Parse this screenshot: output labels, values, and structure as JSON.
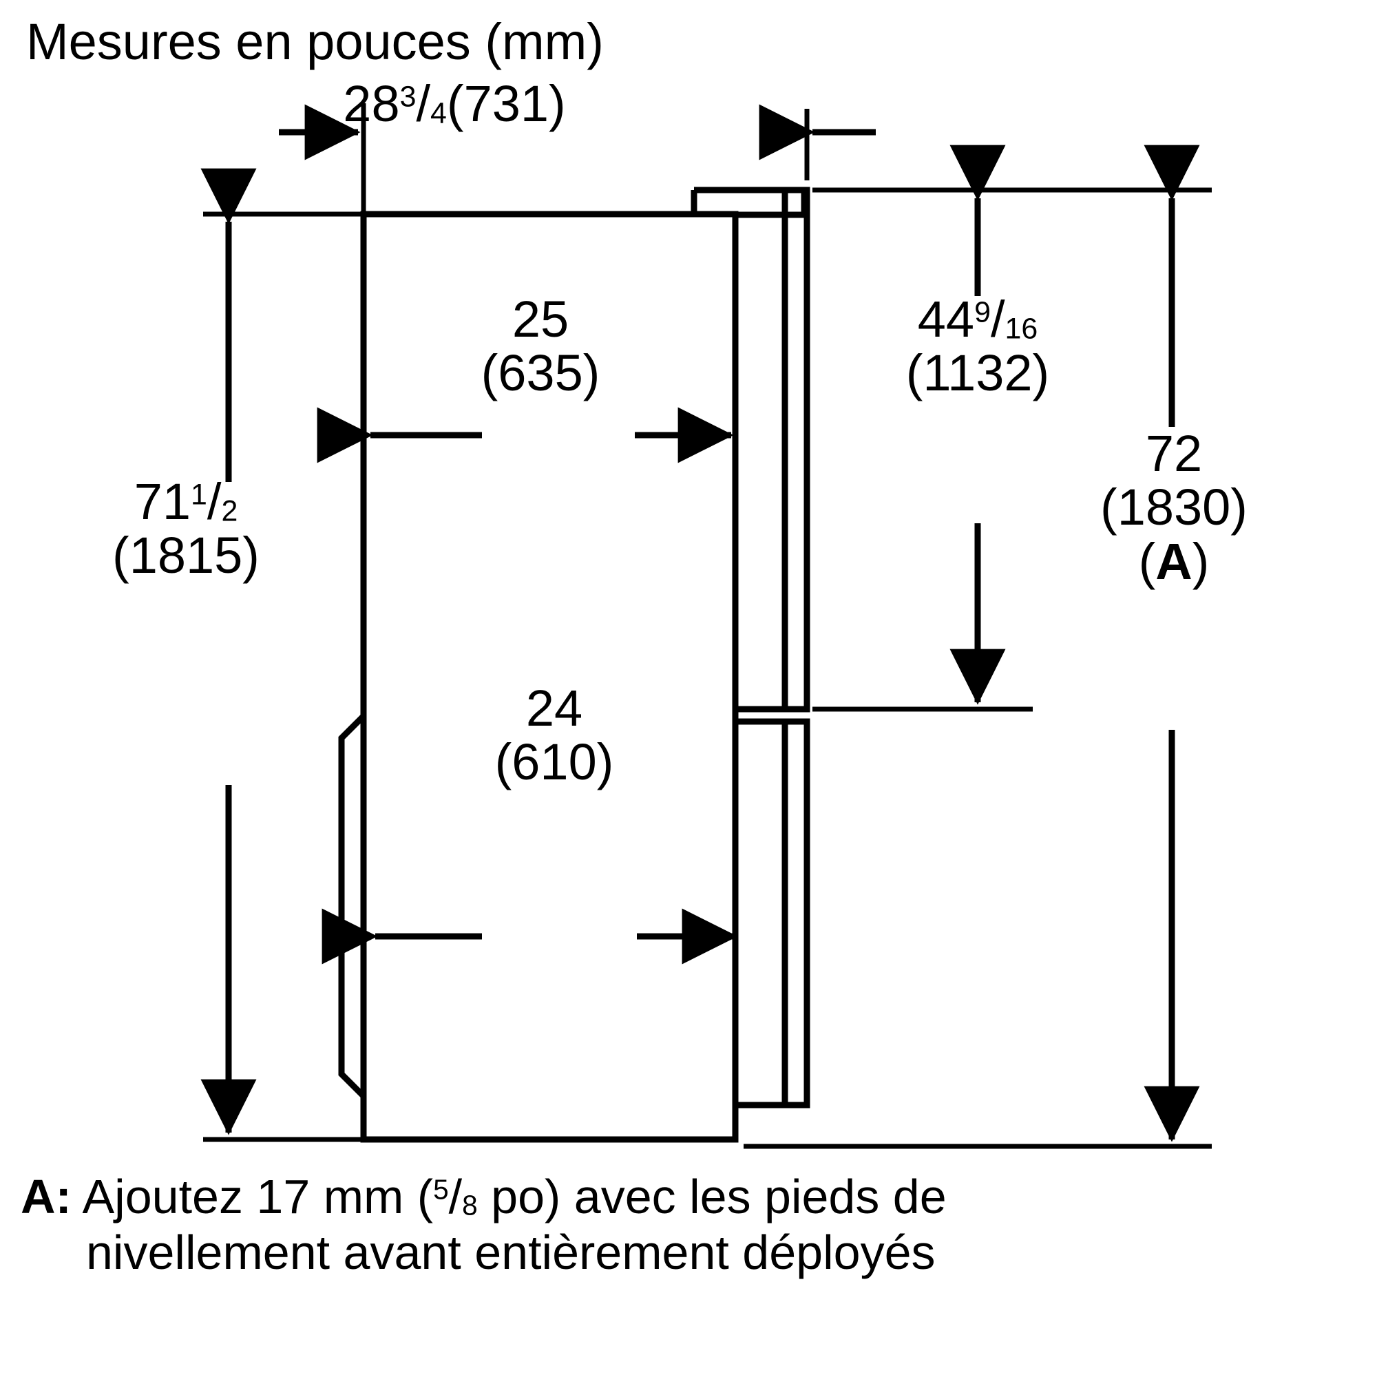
{
  "header": {
    "title": "Mesures en pouces (mm)"
  },
  "dimensions": {
    "width_top": {
      "name": "overall-depth",
      "whole": "28",
      "numerator": "3",
      "denominator": "4",
      "metric": "(731)"
    },
    "inner_25": {
      "name": "cabinet-width-upper",
      "whole": "25",
      "metric": "(635)"
    },
    "inner_24": {
      "name": "cabinet-width-lower",
      "whole": "24",
      "metric": "(610)"
    },
    "height_left": {
      "name": "cabinet-height",
      "whole": "71",
      "numerator": "1",
      "denominator": "2",
      "metric": "(1815)"
    },
    "height_mid": {
      "name": "fridge-door-height",
      "whole": "44",
      "numerator": "9",
      "denominator": "16",
      "metric": "(1132)"
    },
    "height_right": {
      "name": "overall-height",
      "whole": "72",
      "metric": "(1830)",
      "note_ref": "(A)"
    }
  },
  "footnote": {
    "key": "A:",
    "line1_a": " Ajoutez 17 mm (",
    "line1_num": "5",
    "line1_den": "8",
    "line1_b": " po) avec les pieds de",
    "line2": "nivellement avant entièrement déployés"
  },
  "colors": {
    "stroke": "#000000",
    "background": "#ffffff"
  },
  "icons": {
    "arrow_right": "arrow-right-icon",
    "arrow_left": "arrow-left-icon",
    "arrow_up": "arrow-up-icon",
    "arrow_down": "arrow-down-icon"
  }
}
